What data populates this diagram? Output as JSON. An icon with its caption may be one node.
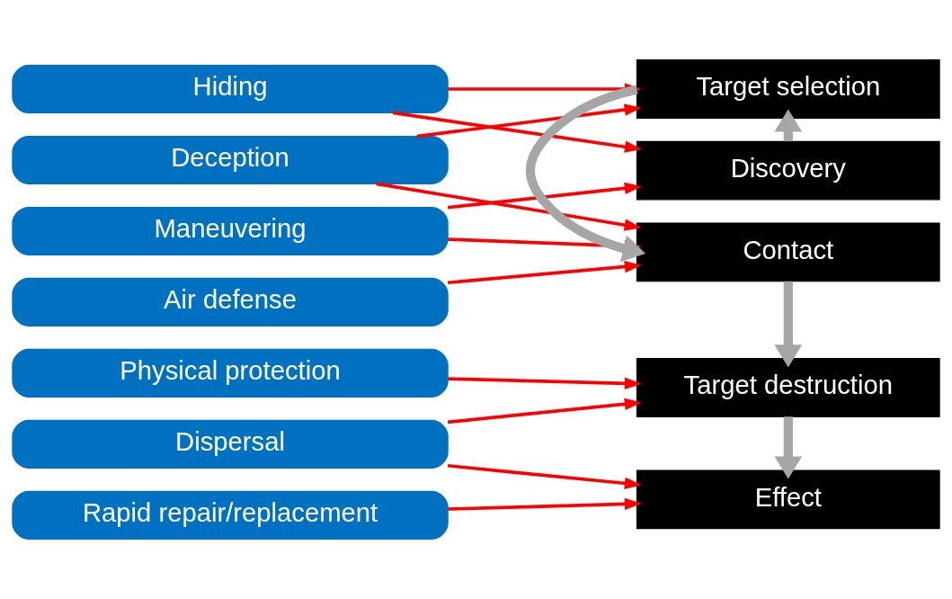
{
  "diagram": {
    "nodes": [
      {
        "text": [
          "Hiding"
        ]
      },
      {
        "text": [
          "Deception"
        ]
      },
      {
        "text": [
          "Maneuvering"
        ]
      },
      {
        "text": [
          "Air defense"
        ]
      },
      {
        "text": [
          "Physical protection"
        ]
      },
      {
        "text": [
          "Dispersal"
        ]
      },
      {
        "text": [
          "Rapid repair/replacement"
        ]
      },
      {
        "text": [
          "Discovery"
        ]
      },
      {
        "text": [
          "Target selection"
        ]
      },
      {
        "text": [
          "Contact"
        ]
      },
      {
        "text": [
          "Target destruction"
        ]
      },
      {
        "text": [
          "Effect"
        ]
      }
    ],
    "edges": [
      {
        "from": 0,
        "to": 7,
        "arrow": "to"
      },
      {
        "from": 0,
        "to": 8,
        "arrow": "to"
      },
      {
        "from": 1,
        "to": 8,
        "arrow": "to"
      },
      {
        "from": 1,
        "to": 9,
        "arrow": "to"
      },
      {
        "from": 2,
        "to": 7,
        "arrow": "to"
      },
      {
        "from": 2,
        "to": 9,
        "arrow": "to"
      },
      {
        "from": 3,
        "to": 9,
        "arrow": "to"
      },
      {
        "from": 4,
        "to": 10,
        "arrow": "to"
      },
      {
        "from": 5,
        "to": 10,
        "arrow": "to"
      },
      {
        "from": 5,
        "to": 11,
        "arrow": "to"
      },
      {
        "from": 6,
        "to": 11,
        "arrow": "to"
      },
      {
        "from": 7,
        "to": 8,
        "arrow": "to",
        "style": "thick",
        "color": "#a6a6a6"
      },
      {
        "from": 8,
        "to": 9,
        "arrow": "to",
        "style": "thick",
        "color": "#a6a6a6"
      },
      {
        "from": 9,
        "to": 10,
        "arrow": "to",
        "style": "thick",
        "color": "#a6a6a6"
      },
      {
        "from": 10,
        "to": 11,
        "arrow": "to",
        "style": "thick",
        "color": "#a6a6a6"
      }
    ]
  }
}
